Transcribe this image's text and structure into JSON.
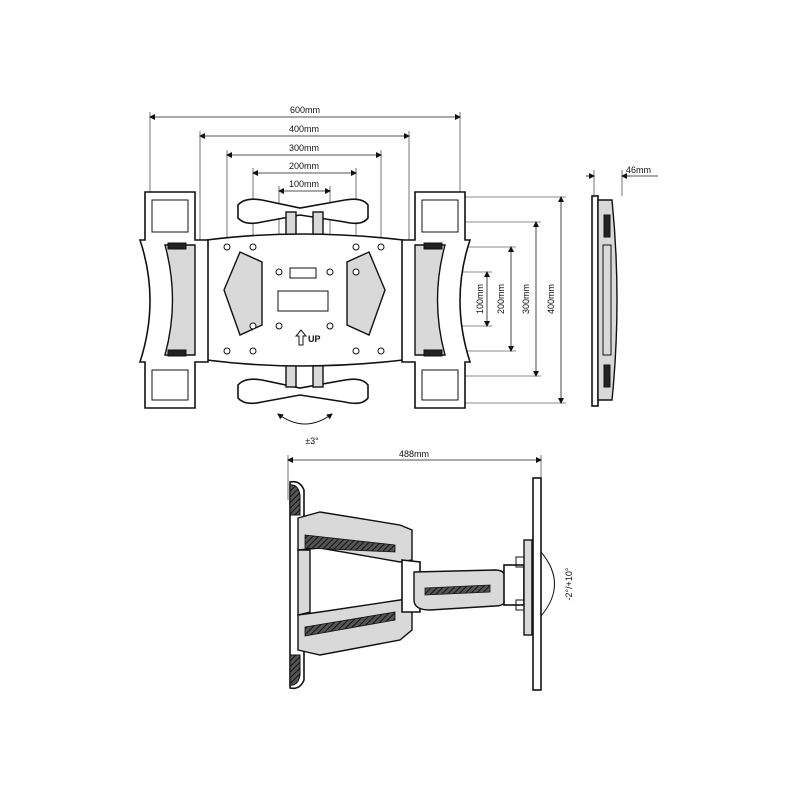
{
  "front_view": {
    "dims_horizontal": [
      "600mm",
      "400mm",
      "300mm",
      "200mm",
      "100mm"
    ],
    "dims_vertical": [
      "100mm",
      "200mm",
      "300mm",
      "400mm"
    ],
    "up_label": "UP",
    "rotation_label": "±3°"
  },
  "side_view": {
    "depth_label": "46mm"
  },
  "top_view": {
    "extension_label": "488mm",
    "tilt_label": "-2°/+10°"
  },
  "colors": {
    "line": "#111111",
    "fill_gray": "#d9d9d9",
    "fill_dark": "#222222",
    "background": "#ffffff"
  }
}
